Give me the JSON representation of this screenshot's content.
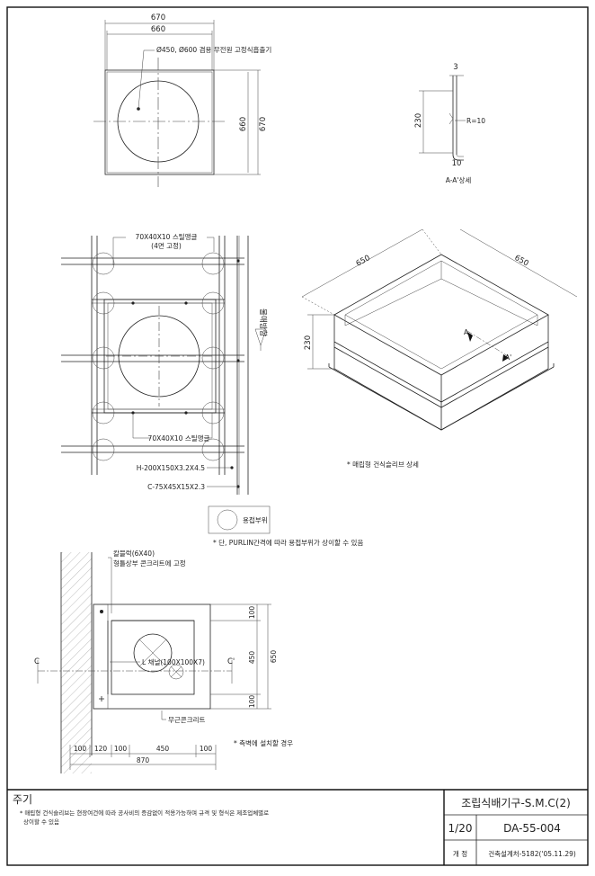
{
  "top_plan": {
    "dim_outer": "670",
    "dim_inner": "660",
    "leader_note": "Ø450, Ø600 겸용 무전원 고정식흡출기",
    "dim_side_inner": "660",
    "dim_side_outer": "670"
  },
  "detail_aa": {
    "dim_top": "3",
    "dim_height": "230",
    "radius": "R=10",
    "dim_bottom": "10",
    "caption": "A-A'상세"
  },
  "framing_plan": {
    "angle_note": "70X40X10 스틸앵글",
    "angle_note_sub": "(4면 고정)",
    "angle_note_2": "70X40X10 스틸앵글",
    "slope_label": "물매방향",
    "h_beam": "H-200X150X3.2X4.5",
    "c_channel": "C-75X45X15X2.3"
  },
  "iso_view": {
    "dim_left": "650",
    "dim_right": "650",
    "dim_height": "230",
    "mark_a": "A",
    "mark_a_prime": "A'",
    "caption": "* 매립형 건식슬리브 상세"
  },
  "legend": {
    "weld_label": "용접부위",
    "weld_note": "* 단, PURLIN간격에 따라 용접부위가 상이할 수 있음"
  },
  "wall_detail": {
    "anchor_note": "칼블럭(6X40)",
    "anchor_note_sub": "형틀상부 콘크리트에 고정",
    "channel_note": "L 채널(100X100X7)",
    "concrete_note": "무근콘크리트",
    "side_note": "* 측벽에 설치할 경우",
    "mark_c": "C",
    "mark_c_prime": "C'",
    "dim_v_top": "100",
    "dim_v_mid": "450",
    "dim_v_bot": "100",
    "dim_v_total": "650",
    "dims_h": [
      "100",
      "120",
      "100",
      "450",
      "100"
    ],
    "dim_h_total": "870"
  },
  "title_block": {
    "notes_title": "주기",
    "notes_text_1": "* 매립형 건식슬리브는 현장여건에 따라 공사비의 증감없이 적용가능하며 규격 및 형식은 제조업체별로",
    "notes_text_2": "상이할 수 있음",
    "drawing_title": "조립식배기구-S.M.C(2)",
    "scale": "1/20",
    "drawing_no": "DA-55-004",
    "revision_label": "개 정",
    "revision_text": "건축설계처-5182('05.11.29)"
  }
}
